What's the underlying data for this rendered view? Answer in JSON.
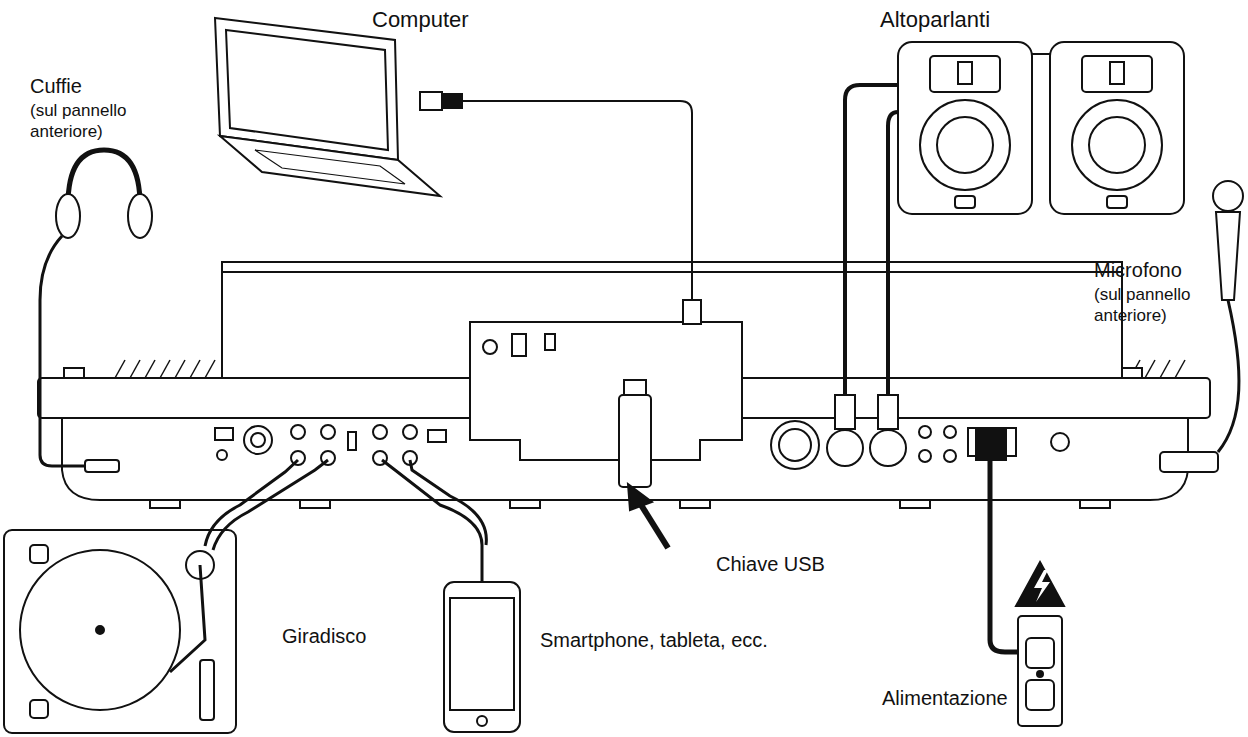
{
  "diagram": {
    "labels": [
      "Computer",
      "Altoparlanti",
      "Cuffie",
      "(sul pannello anteriore)",
      "Microfono",
      "(sul pannello anteriore)",
      "Chiave USB",
      "Giradisco",
      "Smartphone, tableta, ecc.",
      "Alimentazione"
    ]
  }
}
